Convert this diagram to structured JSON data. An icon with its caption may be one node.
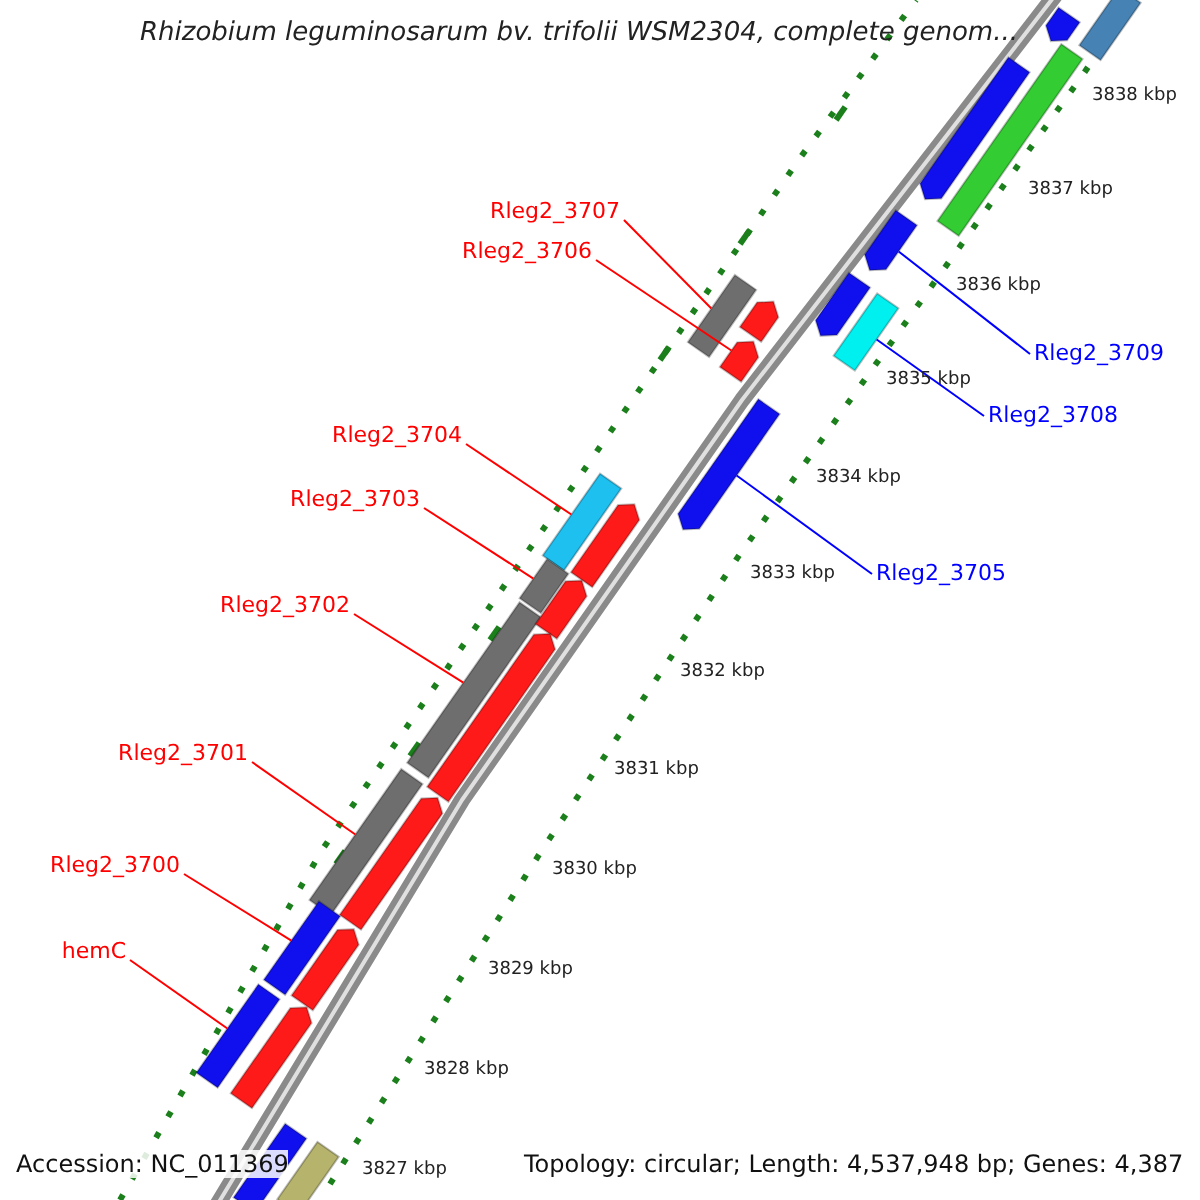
{
  "diagram": {
    "title": "Rhizobium leguminosarum bv. trifolii WSM2304, complete genom...",
    "nodes": [
      {
        "text": [
          "Rleg2_3707"
        ]
      },
      {
        "text": [
          "Rleg2_3706"
        ]
      },
      {
        "text": [
          "Rleg2_3709"
        ]
      },
      {
        "text": [
          "Rleg2_3708"
        ]
      },
      {
        "text": [
          "Rleg2_3704"
        ]
      },
      {
        "text": [
          "Rleg2_3703"
        ]
      },
      {
        "text": [
          "Rleg2_3705"
        ]
      },
      {
        "text": [
          "Rleg2_3702"
        ]
      },
      {
        "text": [
          "Rleg2_3701"
        ]
      },
      {
        "text": [
          "Rleg2_3700"
        ]
      },
      {
        "text": [
          "hemC"
        ]
      },
      {
        "text": [],
        "shape": "bar"
      },
      {
        "text": [],
        "shape": "arrow"
      },
      {
        "text": [],
        "shape": "arrow"
      },
      {
        "text": [],
        "shape": "bar"
      },
      {
        "text": [],
        "shape": "bar"
      },
      {
        "text": [],
        "shape": "bar"
      },
      {
        "text": [],
        "shape": "arrow"
      },
      {
        "text": [],
        "shape": "bar"
      },
      {
        "text": [],
        "shape": "bar"
      },
      {
        "text": [],
        "shape": "bar"
      },
      {
        "text": [],
        "shape": "bar"
      },
      {
        "text": [],
        "shape": "arrow"
      },
      {
        "text": [],
        "shape": "bar"
      },
      {
        "text": [],
        "shape": "arrow"
      },
      {
        "text": [],
        "shape": "bar"
      },
      {
        "text": [],
        "shape": "arrow"
      },
      {
        "text": [],
        "shape": "arrow"
      },
      {
        "text": [],
        "shape": "arrow"
      },
      {
        "text": [],
        "shape": "arrow"
      },
      {
        "text": [],
        "shape": "arrow"
      },
      {
        "text": [],
        "shape": "arrow"
      },
      {
        "text": [],
        "shape": "arrow"
      },
      {
        "text": [],
        "shape": "arrow"
      },
      {
        "text": [],
        "shape": "bar"
      },
      {
        "text": [],
        "shape": "bar"
      }
    ],
    "edges": [
      {
        "from": 0,
        "to": 11,
        "arrow": "none"
      },
      {
        "from": 1,
        "to": 12,
        "arrow": "none"
      },
      {
        "from": 2,
        "to": 13,
        "arrow": "none",
        "color": "#0000ff"
      },
      {
        "from": 3,
        "to": 14,
        "arrow": "none",
        "color": "#0000ff"
      },
      {
        "from": 4,
        "to": 15,
        "arrow": "none"
      },
      {
        "from": 5,
        "to": 16,
        "arrow": "none"
      },
      {
        "from": 6,
        "to": 17,
        "arrow": "none",
        "color": "#0000ff"
      },
      {
        "from": 7,
        "to": 18,
        "arrow": "none"
      },
      {
        "from": 8,
        "to": 19,
        "arrow": "none"
      },
      {
        "from": 9,
        "to": 20,
        "arrow": "none"
      },
      {
        "from": 10,
        "to": 21,
        "arrow": "none"
      }
    ],
    "labels": [
      "3838 kbp",
      "3837 kbp",
      "3836 kbp",
      "3835 kbp",
      "3834 kbp",
      "3833 kbp",
      "3832 kbp",
      "3831 kbp",
      "3830 kbp",
      "3829 kbp",
      "3828 kbp",
      "3827 kbp",
      "Accession: NC_011369",
      "Topology: circular; Length: 4,537,948 bp; Genes: 4,387"
    ]
  }
}
